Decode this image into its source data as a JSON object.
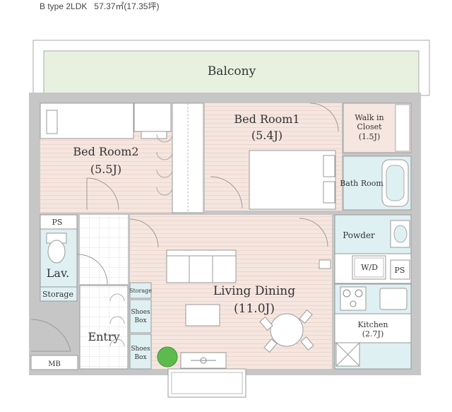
{
  "header": {
    "type_label": "B type 2LDK",
    "area_label": "57.37㎡(17.35坪)"
  },
  "rooms": {
    "balcony": "Balcony",
    "bedroom1_name": "Bed Room1",
    "bedroom1_size": "(5.4J)",
    "bedroom2_name": "Bed Room2",
    "bedroom2_size": "(5.5J)",
    "walkin_line1": "Walk in",
    "walkin_line2": "Closet",
    "walkin_size": "(1.5J)",
    "bathroom": "Bath Room",
    "powder": "Powder",
    "wd": "W/D",
    "ps_right": "PS",
    "ps_left": "PS",
    "lav": "Lav.",
    "storage_left": "Storage",
    "storage_small": "Storage",
    "shoes_box_1a": "Shoes",
    "shoes_box_1b": "Box",
    "shoes_box_2a": "Shoes",
    "shoes_box_2b": "Box",
    "living_name": "Living Dining",
    "living_size": "(11.0J)",
    "kitchen_name": "Kitchen",
    "kitchen_size": "(2.7J)",
    "entry": "Entry",
    "mb": "MB"
  },
  "colors": {
    "wall": "#a9a9a9",
    "floor_wood": "#f5e6df",
    "floor_tile": "#ffffff",
    "balcony": "#e8f0df",
    "wet_area": "#dff0f3",
    "plant": "#5dbb4e"
  }
}
